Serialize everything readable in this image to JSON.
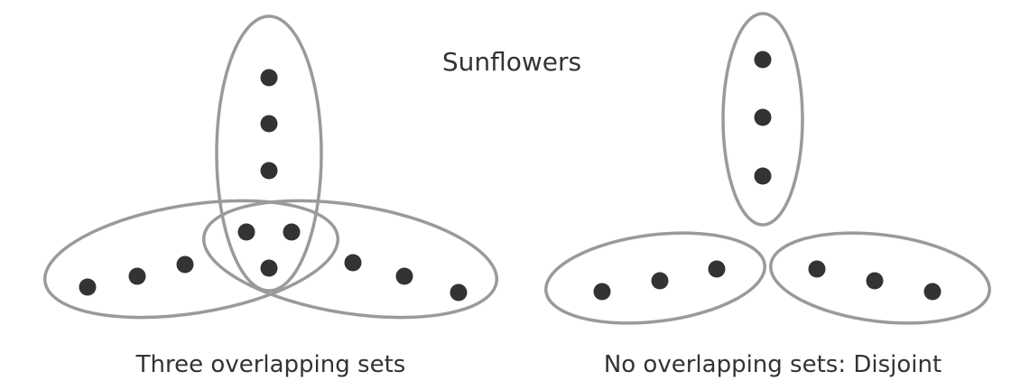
{
  "title": "Sunflowers",
  "captions": {
    "overlapping": "Three overlapping sets",
    "disjoint": "No overlapping sets: Disjoint"
  },
  "colors": {
    "outline": "#9a9a9a",
    "dot": "#333333",
    "text": "#333333",
    "background": "#ffffff"
  },
  "panels": {
    "overlapping": {
      "sets": [
        {
          "name": "vertical-set",
          "elements": 6
        },
        {
          "name": "left-set",
          "elements": 6
        },
        {
          "name": "right-set",
          "elements": 6
        }
      ],
      "shared_elements": 3
    },
    "disjoint": {
      "sets": [
        {
          "name": "vertical-set",
          "elements": 3
        },
        {
          "name": "left-set",
          "elements": 3
        },
        {
          "name": "right-set",
          "elements": 3
        }
      ],
      "shared_elements": 0
    }
  }
}
